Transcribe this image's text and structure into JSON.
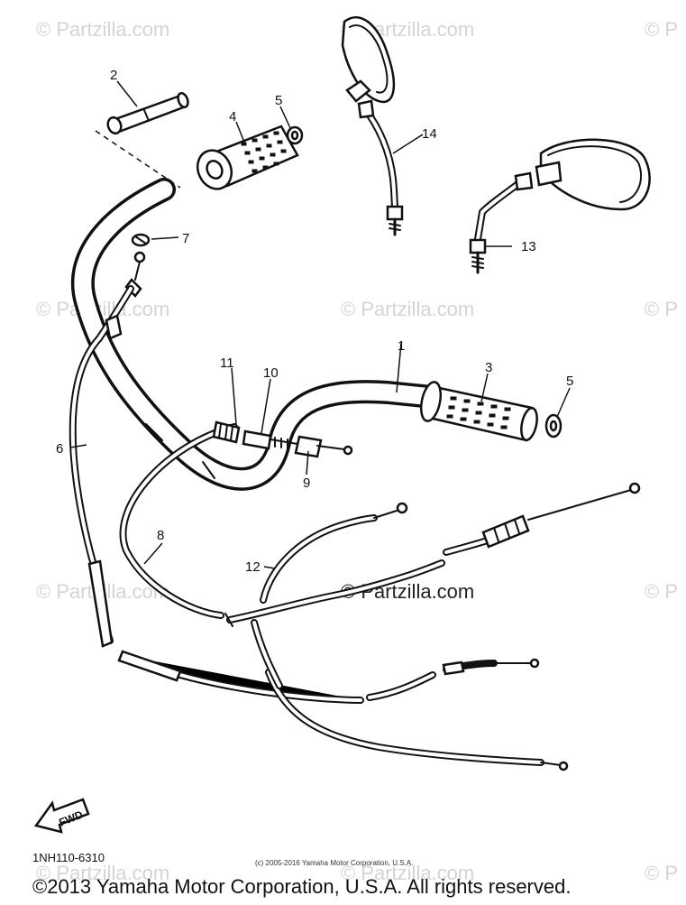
{
  "watermark_text": "© Partzilla.com",
  "watermark_partial": "© P",
  "callouts": {
    "n1": "1",
    "n2": "2",
    "n3": "3",
    "n4": "4",
    "n5a": "5",
    "n5b": "5",
    "n6": "6",
    "n7": "7",
    "n8": "8",
    "n9": "9",
    "n10": "10",
    "n11": "11",
    "n12": "12",
    "n13": "13",
    "n14": "14"
  },
  "fwd_label": "FWD",
  "diagram_code": "1NH110-6310",
  "small_copyright": "(c) 2005-2016 Yamaha Motor Corporation, U.S.A.",
  "copyright": "©2013 Yamaha Motor Corporation, U.S.A. All rights reserved."
}
